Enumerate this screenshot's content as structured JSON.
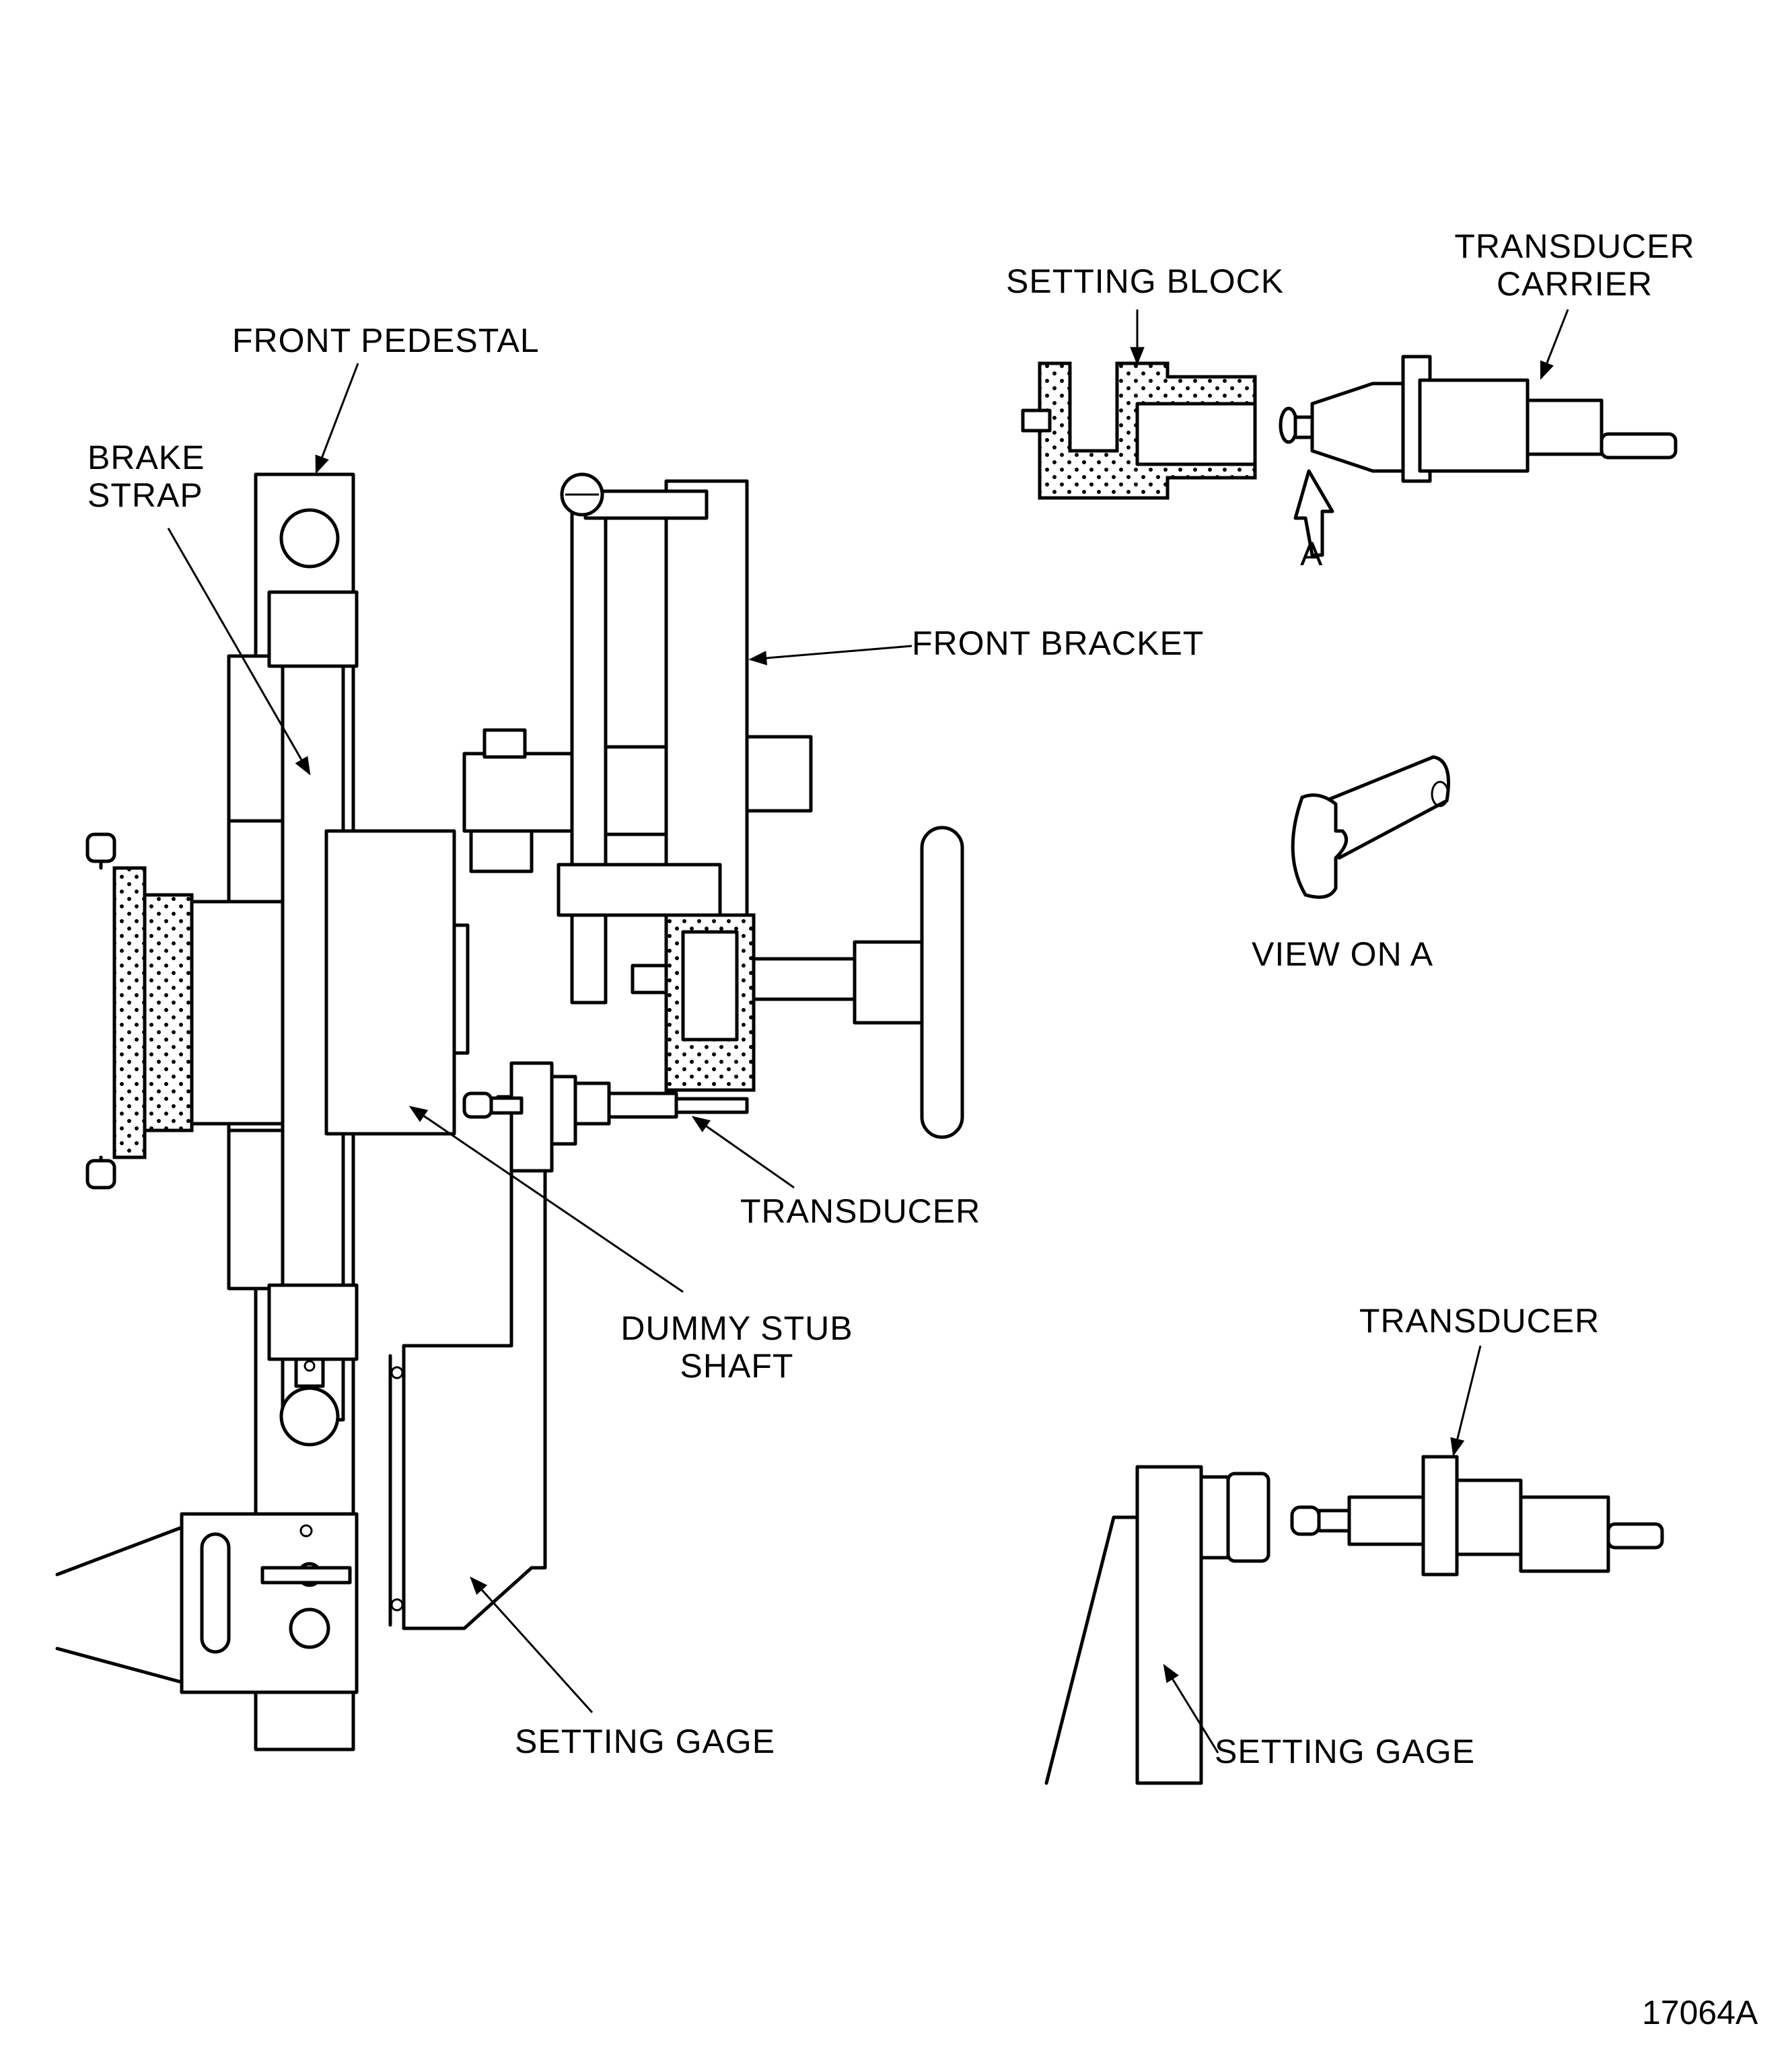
{
  "figure": {
    "number": "17064A",
    "colors": {
      "ink": "#000000",
      "paper": "#ffffff"
    }
  },
  "labels": {
    "front_pedestal": "FRONT PEDESTAL",
    "brake_strap_line1": "BRAKE",
    "brake_strap_line2": "STRAP",
    "front_bracket": "FRONT BRACKET",
    "transducer_main": "TRANSDUCER",
    "dummy_stub_shaft_line1": "DUMMY STUB",
    "dummy_stub_shaft_line2": "SHAFT",
    "setting_gage_main": "SETTING GAGE",
    "setting_block": "SETTING BLOCK",
    "transducer_carrier_line1": "TRANSDUCER",
    "transducer_carrier_line2": "CARRIER",
    "arrow_a": "A",
    "view_on_a": "VIEW ON A",
    "transducer_detail": "TRANSDUCER",
    "setting_gage_detail": "SETTING GAGE"
  }
}
